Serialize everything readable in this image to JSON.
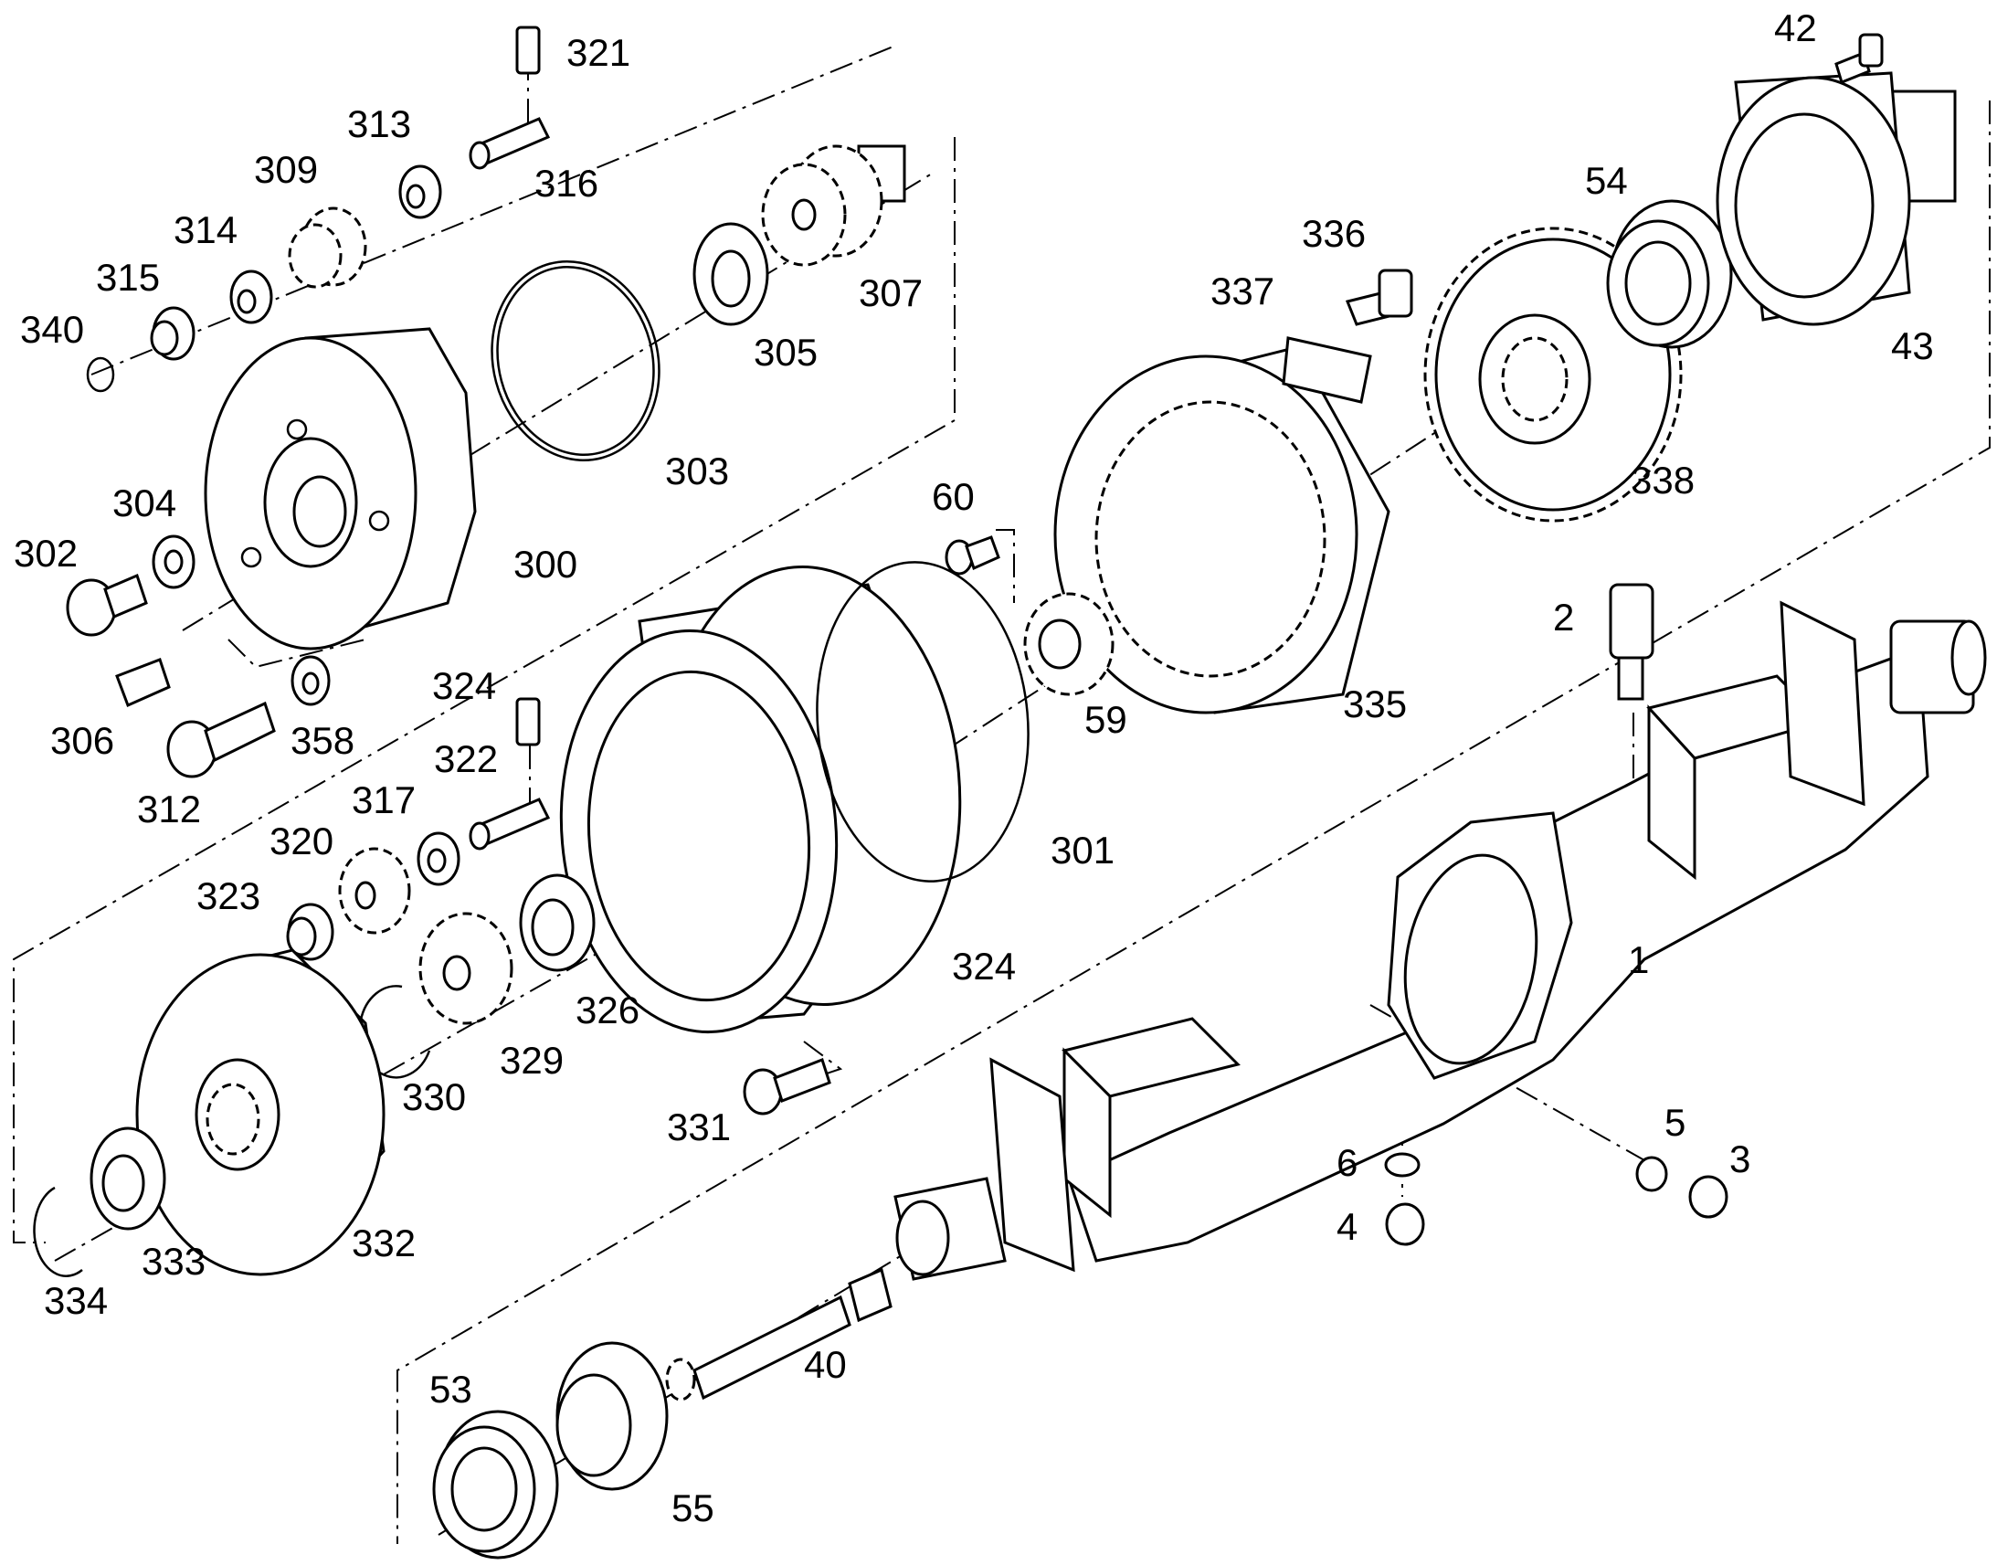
{
  "diagram": {
    "type": "exploded-parts-view",
    "line_color": "#000000",
    "background": "#ffffff",
    "callouts": [
      "1",
      "2",
      "3",
      "4",
      "5",
      "6",
      "40",
      "42",
      "43",
      "53",
      "54",
      "55",
      "59",
      "60",
      "300",
      "301",
      "302",
      "303",
      "304",
      "305",
      "306",
      "307",
      "309",
      "312",
      "313",
      "314",
      "315",
      "316",
      "317",
      "320",
      "321",
      "322",
      "323",
      "324",
      "324",
      "326",
      "329",
      "330",
      "331",
      "332",
      "333",
      "334",
      "335",
      "336",
      "337",
      "338",
      "340",
      "358"
    ]
  }
}
